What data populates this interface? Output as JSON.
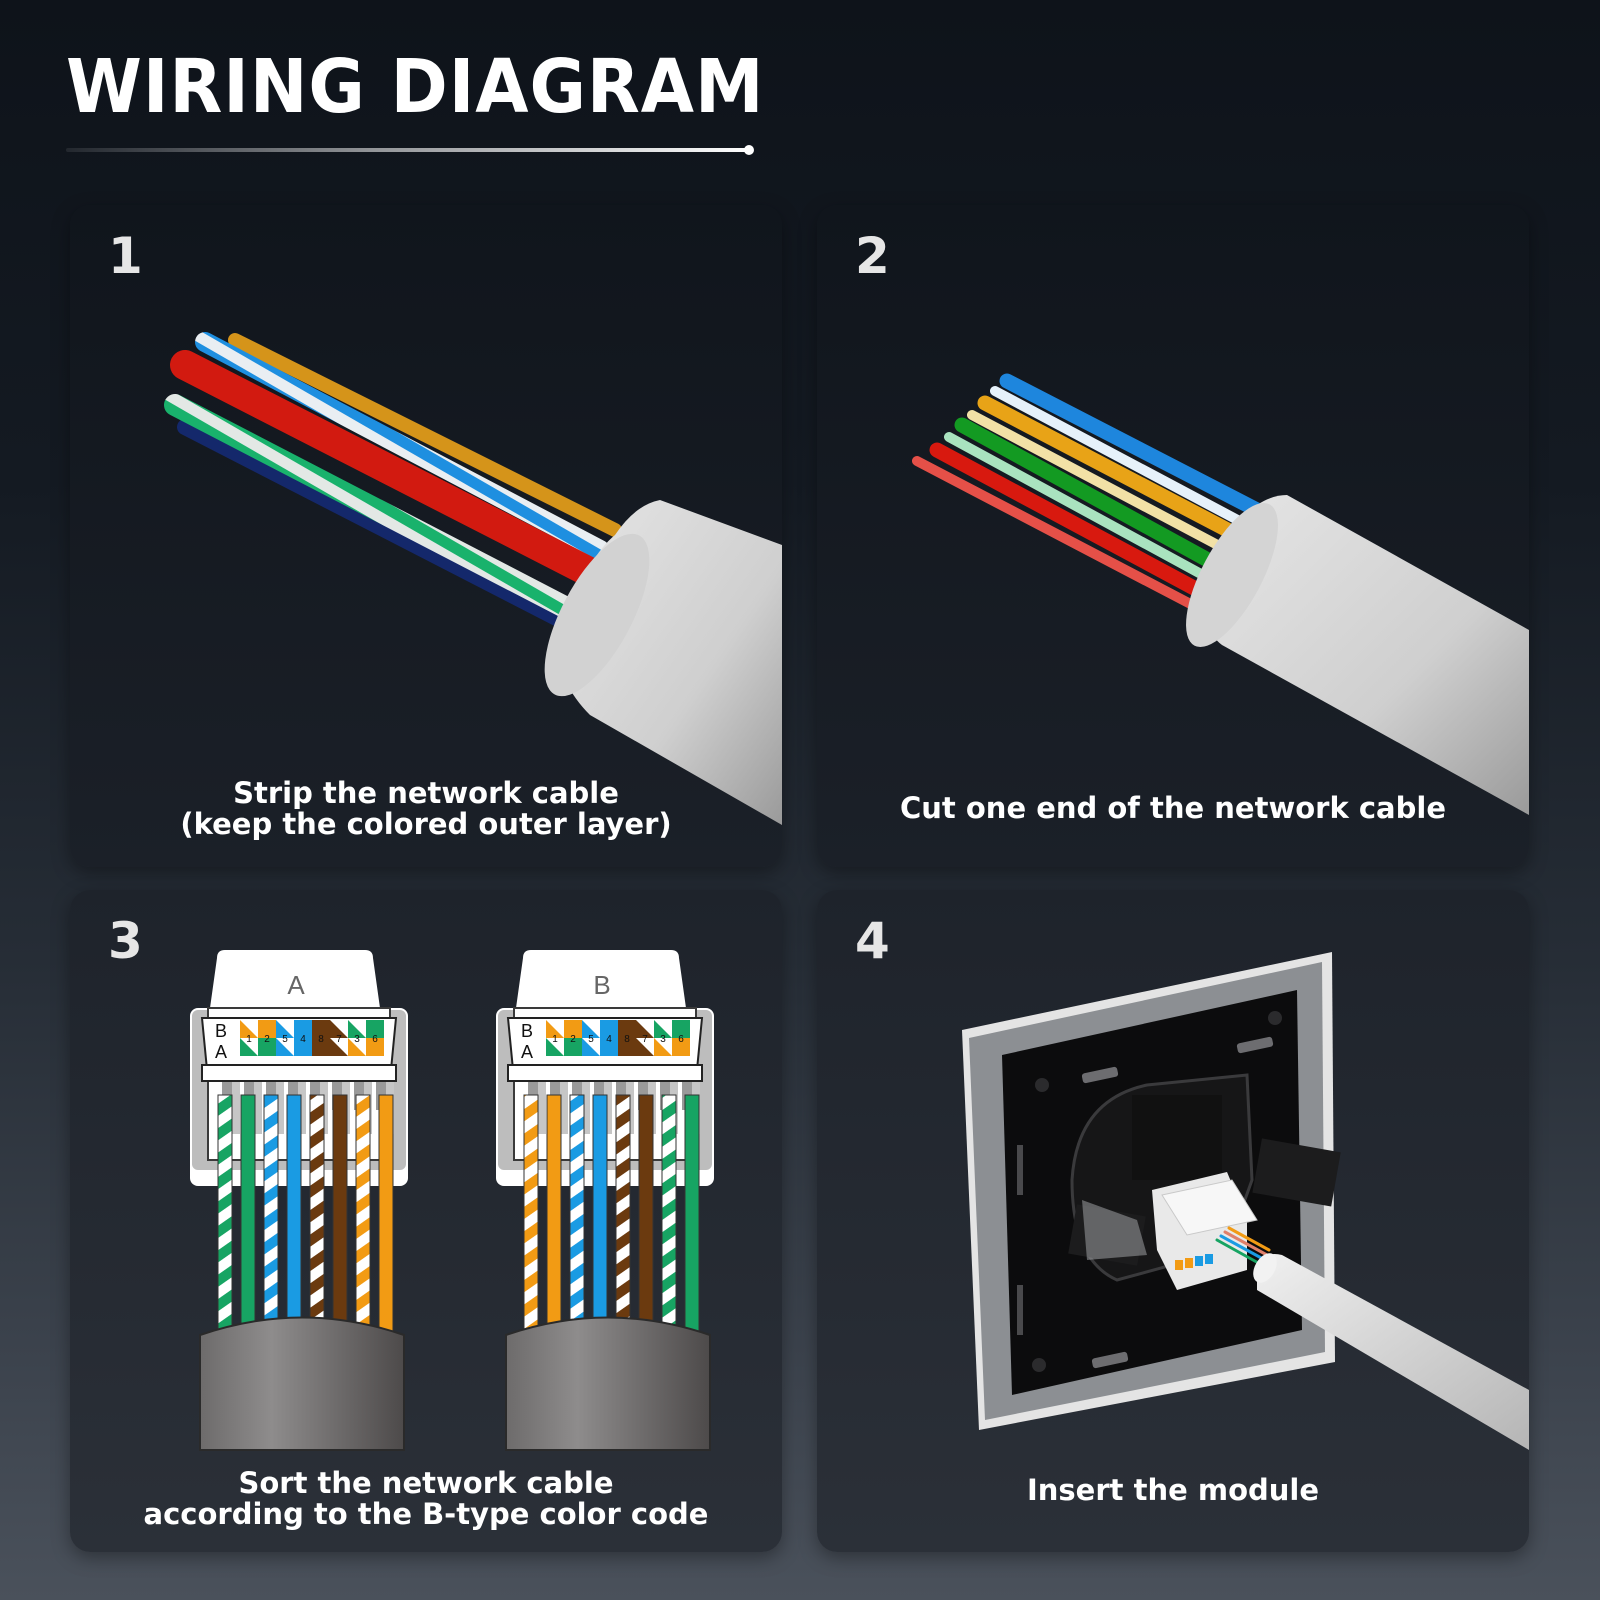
{
  "header": {
    "title": "WIRING DIAGRAM"
  },
  "colors": {
    "orange": "#f29b14",
    "green": "#17a463",
    "blue": "#1a9be3",
    "brown": "#6b3a0f",
    "white": "#ffffff",
    "red": "#d71e14",
    "cable_jacket": "#d8d8d8"
  },
  "steps": [
    {
      "number": "1",
      "caption_lines": [
        "Strip the network cable",
        "(keep the colored outer layer)"
      ],
      "illustration": "stripped-cable"
    },
    {
      "number": "2",
      "caption_lines": [
        "Cut one end of the network cable"
      ],
      "illustration": "cut-cable"
    },
    {
      "number": "3",
      "caption_lines": [
        "Sort the network cable",
        "according to the B-type color code"
      ],
      "illustration": "color-code-plugs",
      "plugs": [
        {
          "label": "A",
          "row_labels": [
            "B",
            "A"
          ],
          "pin_order": [
            "1",
            "2",
            "5",
            "4",
            "8",
            "7",
            "3",
            "6"
          ],
          "wires": [
            "white-green",
            "green",
            "white-blue",
            "blue",
            "white-brown",
            "brown",
            "white-orange",
            "orange"
          ]
        },
        {
          "label": "B",
          "row_labels": [
            "B",
            "A"
          ],
          "pin_order": [
            "1",
            "2",
            "5",
            "4",
            "8",
            "7",
            "3",
            "6"
          ],
          "wires": [
            "white-orange",
            "orange",
            "white-blue",
            "blue",
            "white-brown",
            "brown",
            "white-green",
            "green"
          ]
        }
      ]
    },
    {
      "number": "4",
      "caption_lines": [
        "Insert the module"
      ],
      "illustration": "wall-socket-module"
    }
  ]
}
